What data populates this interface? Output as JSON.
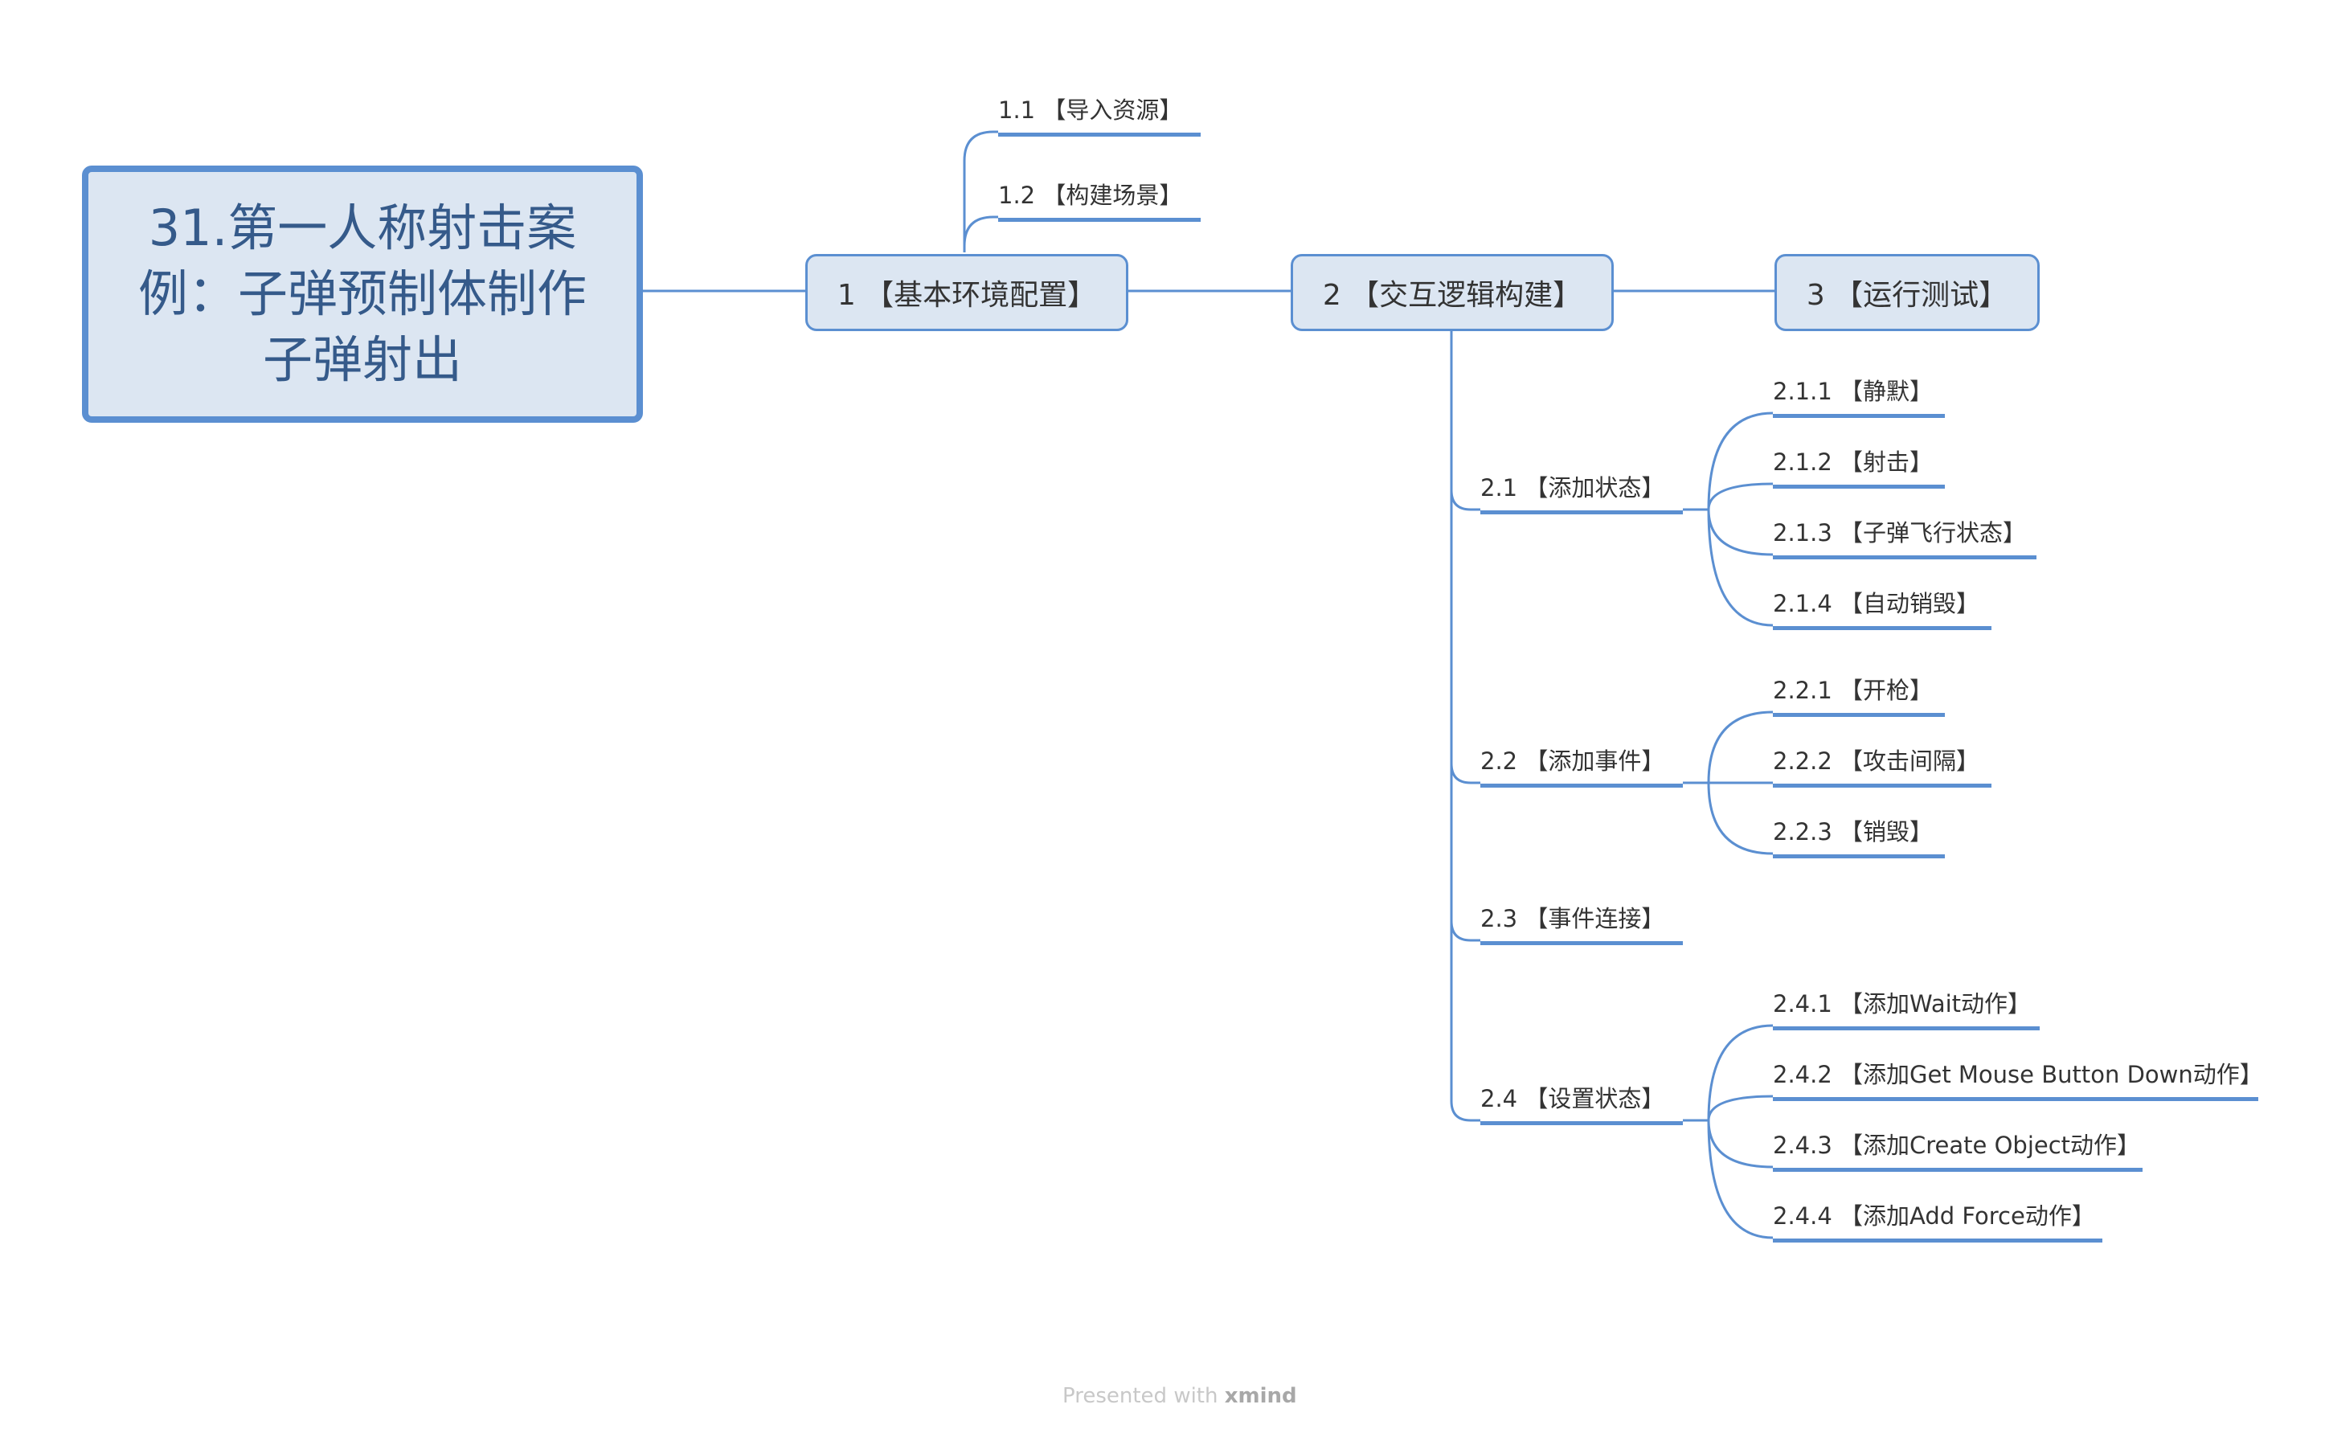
{
  "central_topic": "31.第一人称射击案例：子弹预制体制作子弹射出",
  "branches": [
    {
      "label": "1 【基本环境配置】",
      "children": [
        {
          "label": "1.1 【导入资源】"
        },
        {
          "label": "1.2 【构建场景】"
        }
      ]
    },
    {
      "label": "2 【交互逻辑构建】",
      "children": [
        {
          "label": "2.1 【添加状态】",
          "children": [
            {
              "label": "2.1.1 【静默】"
            },
            {
              "label": "2.1.2 【射击】"
            },
            {
              "label": "2.1.3 【子弹飞行状态】"
            },
            {
              "label": "2.1.4 【自动销毁】"
            }
          ]
        },
        {
          "label": "2.2 【添加事件】",
          "children": [
            {
              "label": "2.2.1 【开枪】"
            },
            {
              "label": "2.2.2 【攻击间隔】"
            },
            {
              "label": "2.2.3 【销毁】"
            }
          ]
        },
        {
          "label": "2.3 【事件连接】"
        },
        {
          "label": "2.4 【设置状态】",
          "children": [
            {
              "label": "2.4.1 【添加Wait动作】"
            },
            {
              "label": "2.4.2 【添加Get Mouse Button Down动作】"
            },
            {
              "label": "2.4.3 【添加Create Object动作】"
            },
            {
              "label": "2.4.4 【添加Add Force动作】"
            }
          ]
        }
      ]
    },
    {
      "label": "3 【运行测试】"
    }
  ],
  "footer": {
    "prefix": "Presented with ",
    "brand": "xmind"
  },
  "colors": {
    "line": "#5b8fd1",
    "node_fill": "#dce6f2",
    "text": "#333333"
  }
}
